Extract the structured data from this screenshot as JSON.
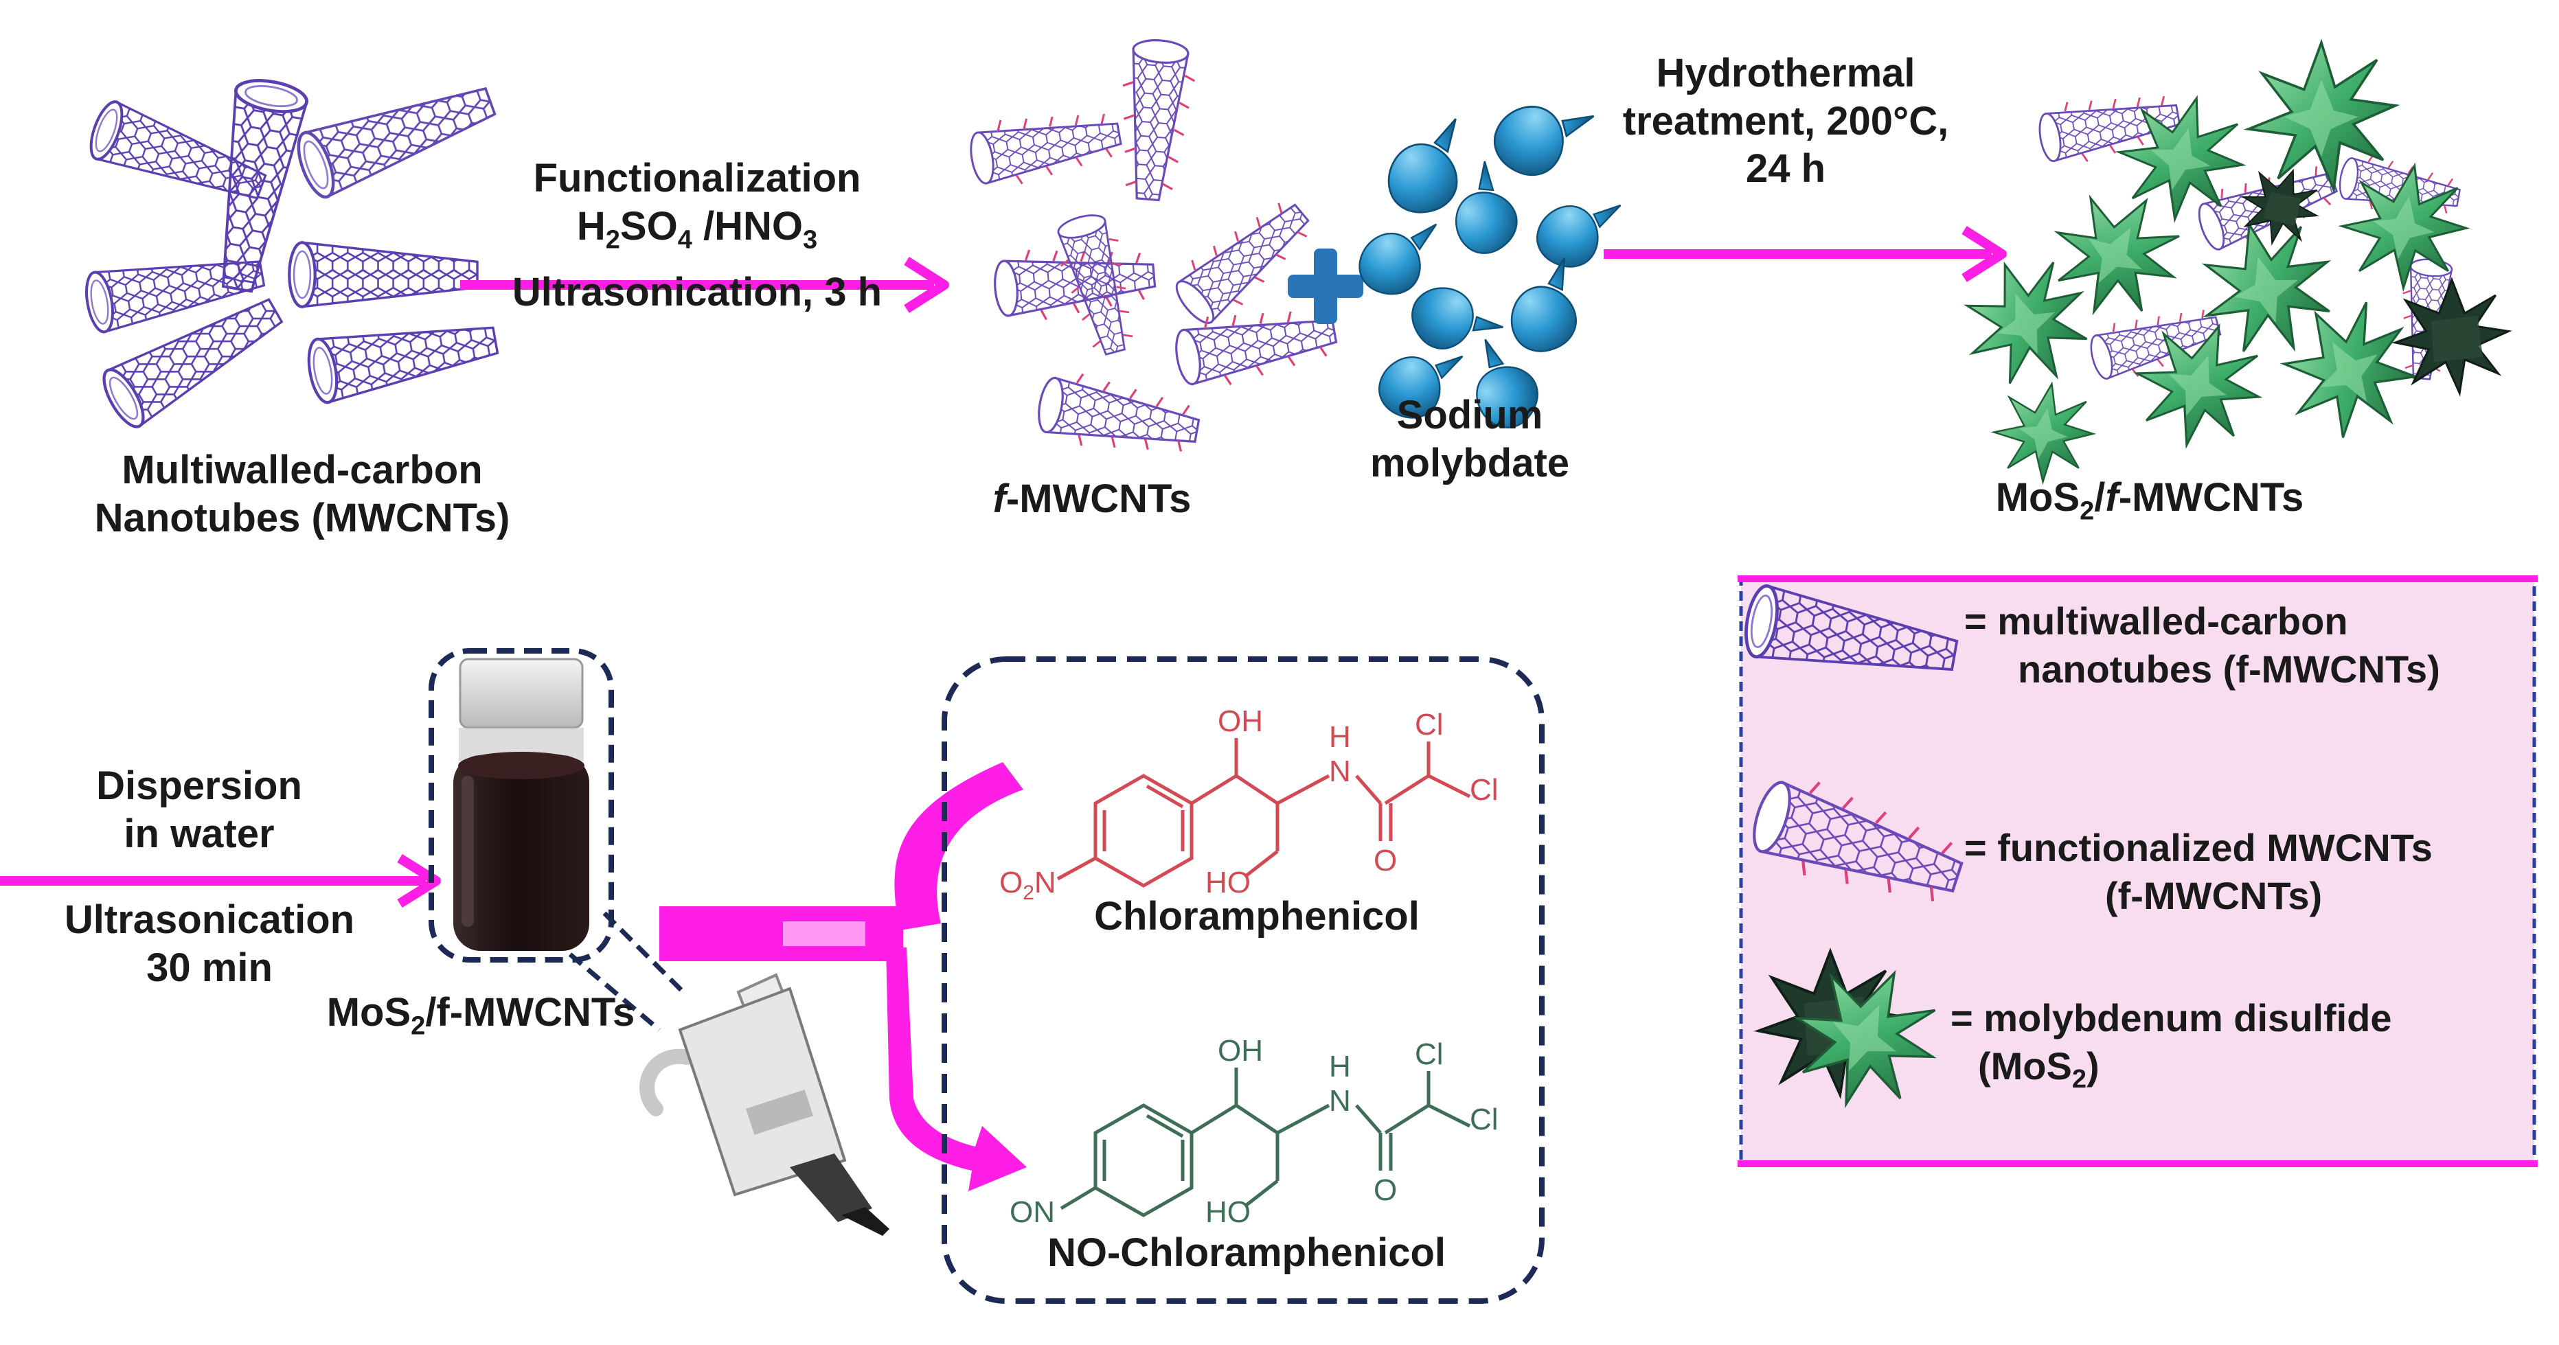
{
  "colors": {
    "arrow": "#ff1ee6",
    "dash_box": "#1c2a55",
    "legend_bg": "#f8dcf0",
    "tube_line": "#6a4ab8",
    "func_mark": "#e0407a",
    "drop": "#2a98d2",
    "mos2": "#3fae6a",
    "chlor": "#d34a55",
    "nochlor": "#3e6e56"
  },
  "top": {
    "mwcnt_label_1": "Multiwalled-carbon",
    "mwcnt_label_2": "Nanotubes (MWCNTs)",
    "step1_line1": "Functionalization",
    "step1_h2so4": "H",
    "step1_sub2": "2",
    "step1_so": "SO",
    "step1_sub4": "4",
    "step1_hno3": " /HNO",
    "step1_sub3": "3",
    "step1_line3": "Ultrasonication, 3 h",
    "fmwcnt_f": "f",
    "fmwcnt_rest": "-MWCNTs",
    "sodium_1": "Sodium",
    "sodium_2": "molybdate",
    "step2_line1": "Hydrothermal",
    "step2_line2": "treatment, 200°C,",
    "step2_line3": "24 h",
    "product_mos": "MoS",
    "product_sub": "2",
    "product_slash": "/",
    "product_f": "f",
    "product_rest": "-MWCNTs"
  },
  "bottom": {
    "disp_1": "Dispersion",
    "disp_2": "in water",
    "us_1": "Ultrasonication",
    "us_2": "30 min",
    "vial_mos": "MoS",
    "vial_sub": "2",
    "vial_rest": "/f-MWCNTs",
    "chlor_name": "Chloramphenicol",
    "nochlor_name": "NO-Chloramphenicol",
    "oh": "OH",
    "h": "H",
    "n": "N",
    "cl": "Cl",
    "o": "O",
    "ho": "HO",
    "o2n_o": "O",
    "o2n_sub": "2",
    "o2n_n": "N",
    "on": "ON"
  },
  "legend": {
    "item1_line1": "= multiwalled-carbon",
    "item1_line2": "nanotubes (f-MWCNTs)",
    "item2_line1": "= functionalized MWCNTs",
    "item2_line2": "(f-MWCNTs)",
    "item3_line1": "= molybdenum disulfide",
    "item3_mos": "(MoS",
    "item3_sub": "2",
    "item3_close": ")"
  }
}
